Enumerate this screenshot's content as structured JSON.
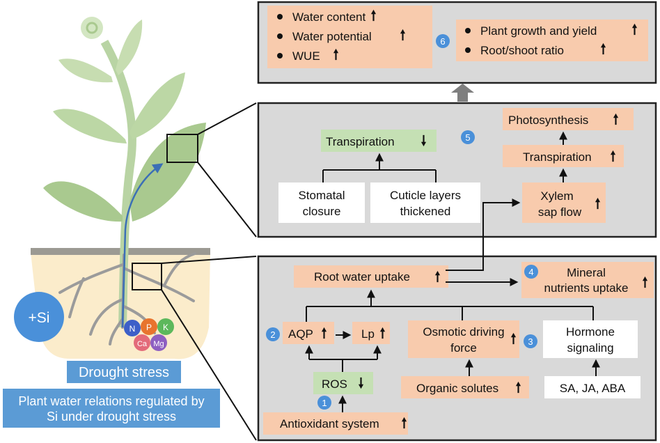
{
  "colors": {
    "panel_fill": "#d9d9d9",
    "box_peach": "#f8cbad",
    "box_green": "#c5e0b4",
    "box_white": "#ffffff",
    "label_blue": "#5b9bd5",
    "badge_blue": "#4a90d9",
    "plant_green": "#a9c98f",
    "soil": "#fbeccb",
    "nutrient_N": "#3d5fc8",
    "nutrient_P": "#e8742e",
    "nutrient_K": "#5cb85c",
    "nutrient_Ca": "#e36b7a",
    "nutrient_Mg": "#8e5fc1"
  },
  "plant": {
    "si_label": "+Si",
    "nutrients": [
      "N",
      "P",
      "K",
      "Ca",
      "Mg"
    ],
    "drought_label": "Drought stress",
    "caption_line1": "Plant water relations regulated by",
    "caption_line2": "Si under drought stress"
  },
  "top_panel": {
    "badge": "6",
    "left_items": [
      "Water content",
      "Water potential",
      "WUE"
    ],
    "right_items": [
      "Plant growth and yield",
      "Root/shoot ratio"
    ]
  },
  "leaf_panel": {
    "badge": "5",
    "transpiration_down": "Transpiration",
    "stomatal_line1": "Stomatal",
    "stomatal_line2": "closure",
    "cuticle_line1": "Cuticle layers",
    "cuticle_line2": "thickened",
    "photosynthesis": "Photosynthesis",
    "transpiration_up": "Transpiration",
    "xylem_line1": "Xylem",
    "xylem_line2": "sap flow"
  },
  "root_panel": {
    "root_water_uptake": "Root water uptake",
    "mineral_badge": "4",
    "mineral_line1": "Mineral",
    "mineral_line2": "nutrients uptake",
    "aqp_badge": "2",
    "aqp": "AQP",
    "lp": "Lp",
    "osmotic_line1": "Osmotic driving",
    "osmotic_line2": "force",
    "hormone_badge": "3",
    "hormone_line1": "Hormone",
    "hormone_line2": "signaling",
    "ros": "ROS",
    "ros_badge": "1",
    "organic_solutes": "Organic solutes",
    "hormones": "SA, JA, ABA",
    "antioxidant": "Antioxidant system"
  }
}
